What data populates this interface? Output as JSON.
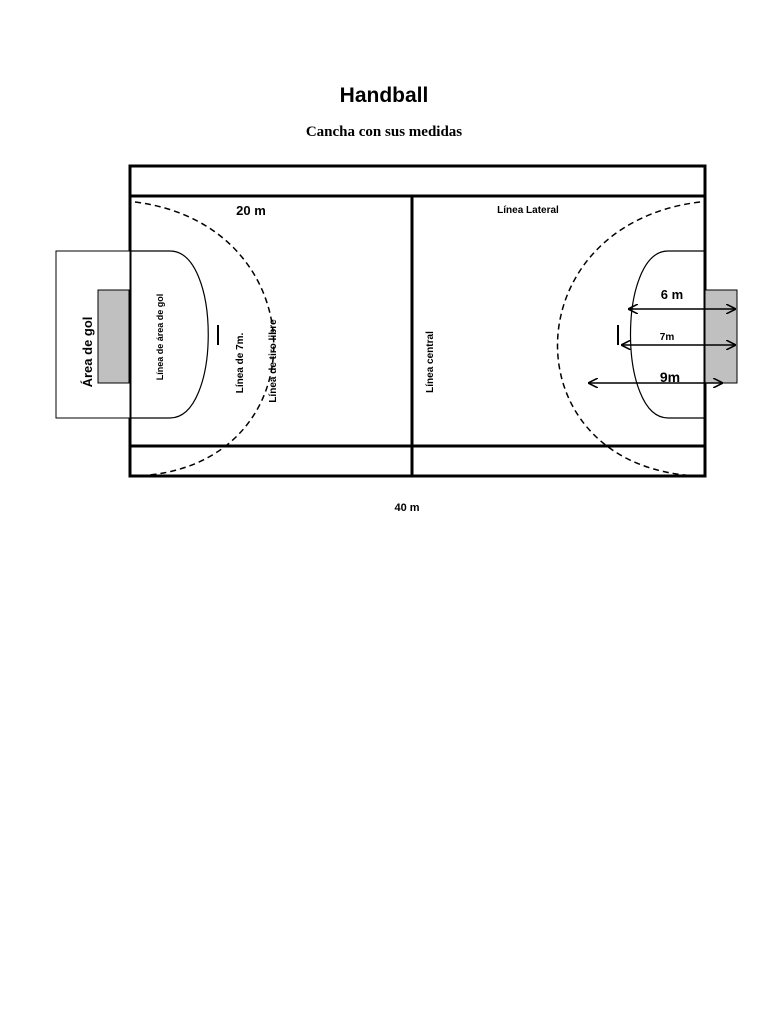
{
  "page": {
    "title": "Handball",
    "subtitle": "Cancha con sus medidas"
  },
  "court": {
    "labels": {
      "area_de_gol": "Área de gol",
      "linea_area_de_gol": "Línea de área de gol",
      "linea_7m": "Línea de 7m.",
      "linea_tiro_libre": "Línea de tiro libre",
      "linea_central": "Línea central",
      "linea_lateral": "Línea Lateral"
    },
    "measures": {
      "half_length": "20 m",
      "full_length": "40 m",
      "goal_area": "6 m",
      "seven_m": "7m",
      "free_throw": "9m"
    },
    "colors": {
      "line": "#000000",
      "goal_fill": "#c0c0c0",
      "background": "#ffffff"
    }
  }
}
